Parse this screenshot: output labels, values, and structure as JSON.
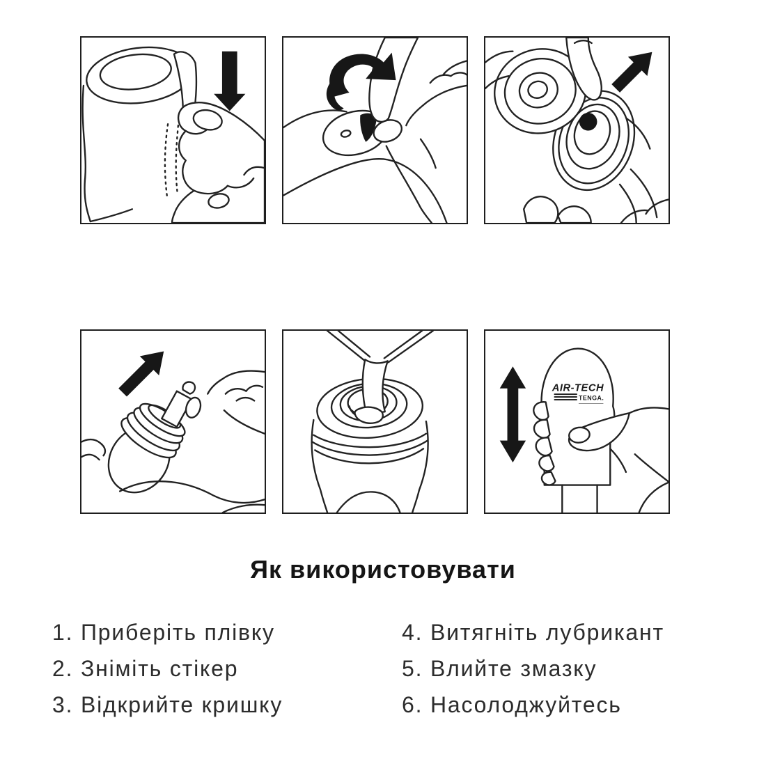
{
  "title": "Як використовувати",
  "instructions": {
    "left": [
      "1. Приберіть плівку",
      "2. Зніміть стікер",
      "3. Відкрийте кришку"
    ],
    "right": [
      "4. Витягніть лубрикант",
      "5. Влийте змазку",
      "6. Насолоджуйтесь"
    ]
  },
  "device_label": {
    "brand": "AIR-TECH",
    "maker": "TENGA."
  },
  "panels": [
    {
      "step": 1,
      "alt": "Peel the protective film off the cup (arrow down)"
    },
    {
      "step": 2,
      "alt": "Pinch and remove the sticker (rotate arrow)"
    },
    {
      "step": 3,
      "alt": "Lift the cap off the cup (arrow up-right)"
    },
    {
      "step": 4,
      "alt": "Pull the lubricant sachet out (arrow up-right)"
    },
    {
      "step": 5,
      "alt": "Pour the lubricant into the opening"
    },
    {
      "step": 6,
      "alt": "Hold the AIR-TECH cup and stroke up and down (double arrow)"
    }
  ],
  "colors": {
    "ink": "#1e1e1e",
    "background": "#ffffff"
  }
}
